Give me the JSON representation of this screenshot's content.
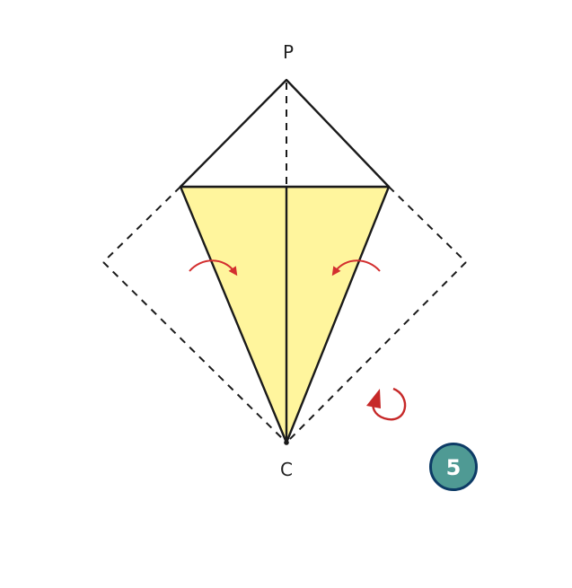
{
  "labels": {
    "top_vertex": "P",
    "bottom_vertex": "C"
  },
  "step": {
    "number": "5"
  },
  "colors": {
    "fold_fill": "#fff59d",
    "outline": "#1a1a1a",
    "arrow": "#d32f2f",
    "step_badge_fill": "#4f9a94",
    "step_badge_border": "#0d3b66"
  },
  "icons": {
    "left_fold_arrow": "curved-fold-arrow-icon",
    "right_fold_arrow": "curved-fold-arrow-icon",
    "turn_over_arrow": "turn-over-arrow-icon"
  }
}
